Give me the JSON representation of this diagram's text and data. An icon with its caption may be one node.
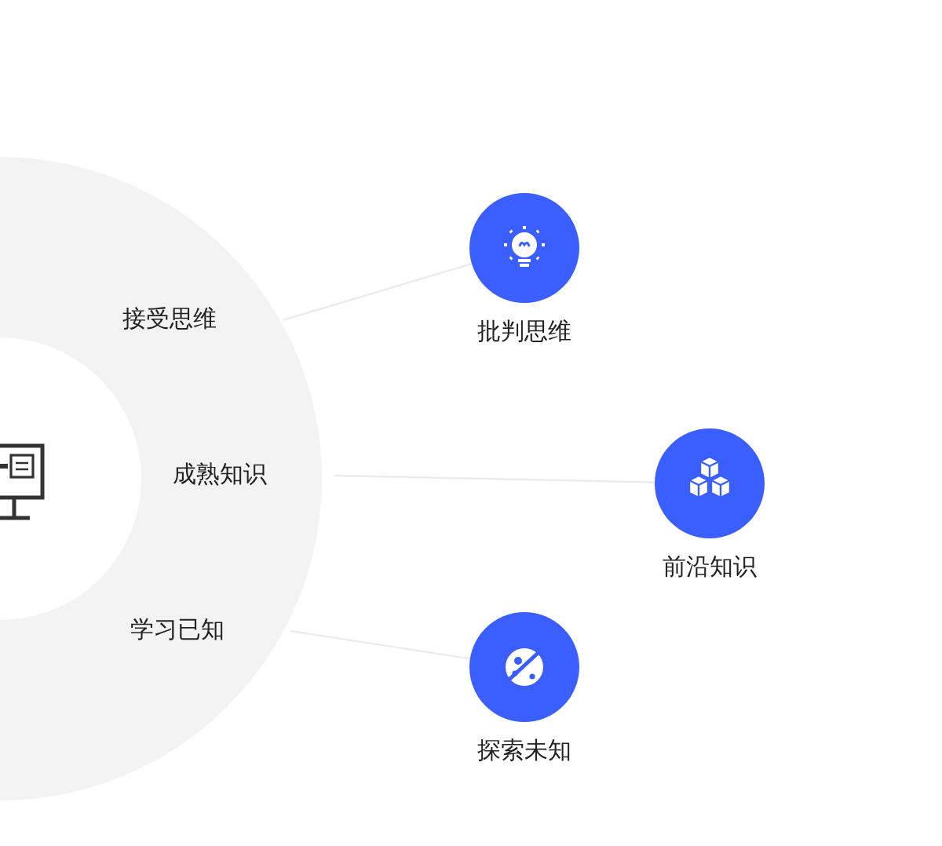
{
  "diagram": {
    "nodes": [
      {
        "text": [
          "接受思维"
        ]
      },
      {
        "text": [
          "成熟知识"
        ]
      },
      {
        "text": [
          "学习已知"
        ]
      },
      {
        "text": [
          "批判思维"
        ]
      },
      {
        "text": [
          "前沿知识"
        ]
      },
      {
        "text": [
          "探索未知"
        ]
      }
    ],
    "edges": [
      {
        "from": 0,
        "to": 3,
        "arrow": "none"
      },
      {
        "from": 1,
        "to": 4,
        "arrow": "none"
      },
      {
        "from": 2,
        "to": 5,
        "arrow": "none"
      }
    ]
  }
}
